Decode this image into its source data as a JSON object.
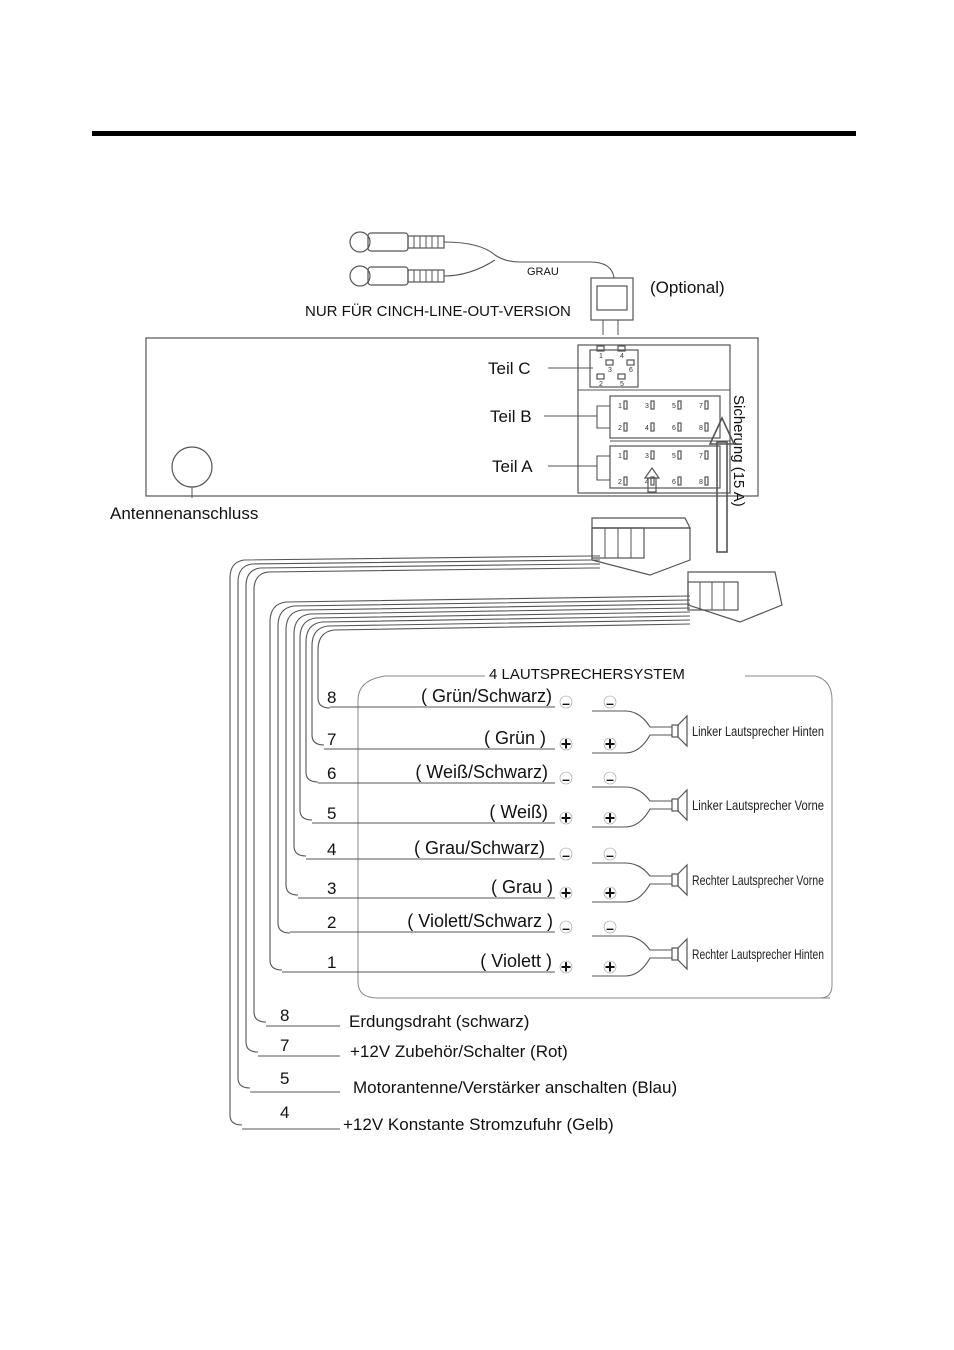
{
  "cinch": {
    "wire_color": "GRAU",
    "note": "NUR FÜR CINCH-LINE-OUT-VERSION",
    "optional": "(Optional)"
  },
  "connector": {
    "part_c": "Teil C",
    "part_b": "Teil B",
    "part_a": "Teil A",
    "fuse": "Sicherung (15 A)",
    "antenna": "Antennenanschluss",
    "pins_c": [
      "1",
      "4",
      "3",
      "6",
      "2",
      "5"
    ],
    "pins_row": [
      "1",
      "3",
      "5",
      "7",
      "2",
      "4",
      "6",
      "8"
    ]
  },
  "speaker_system": {
    "title": "4 LAUTSPRECHERSYSTEM",
    "wires": [
      {
        "num": "8",
        "color": "( Grün/Schwarz)",
        "sign": "–"
      },
      {
        "num": "7",
        "color": "( Grün )",
        "sign": "+"
      },
      {
        "num": "6",
        "color": "( Weiß/Schwarz)",
        "sign": "–"
      },
      {
        "num": "5",
        "color": "( Weiß)",
        "sign": "+"
      },
      {
        "num": "4",
        "color": "( Grau/Schwarz)",
        "sign": "–"
      },
      {
        "num": "3",
        "color": "( Grau )",
        "sign": "+"
      },
      {
        "num": "2",
        "color": "( Violett/Schwarz )",
        "sign": "–"
      },
      {
        "num": "1",
        "color": "( Violett )",
        "sign": "+"
      }
    ],
    "speakers": [
      "Linker Lautsprecher Hinten",
      "Linker Lautsprecher Vorne",
      "Rechter Lautsprecher Vorne",
      "Rechter Lautsprecher Hinten"
    ]
  },
  "power_wires": [
    {
      "num": "8",
      "label": "Erdungsdraht (schwarz)"
    },
    {
      "num": "7",
      "label": "+12V Zubehör/Schalter (Rot)"
    },
    {
      "num": "5",
      "label": "Motorantenne/Verstärker anschalten (Blau)"
    },
    {
      "num": "4",
      "label": "+12V Konstante Stromzufuhr (Gelb)"
    }
  ]
}
